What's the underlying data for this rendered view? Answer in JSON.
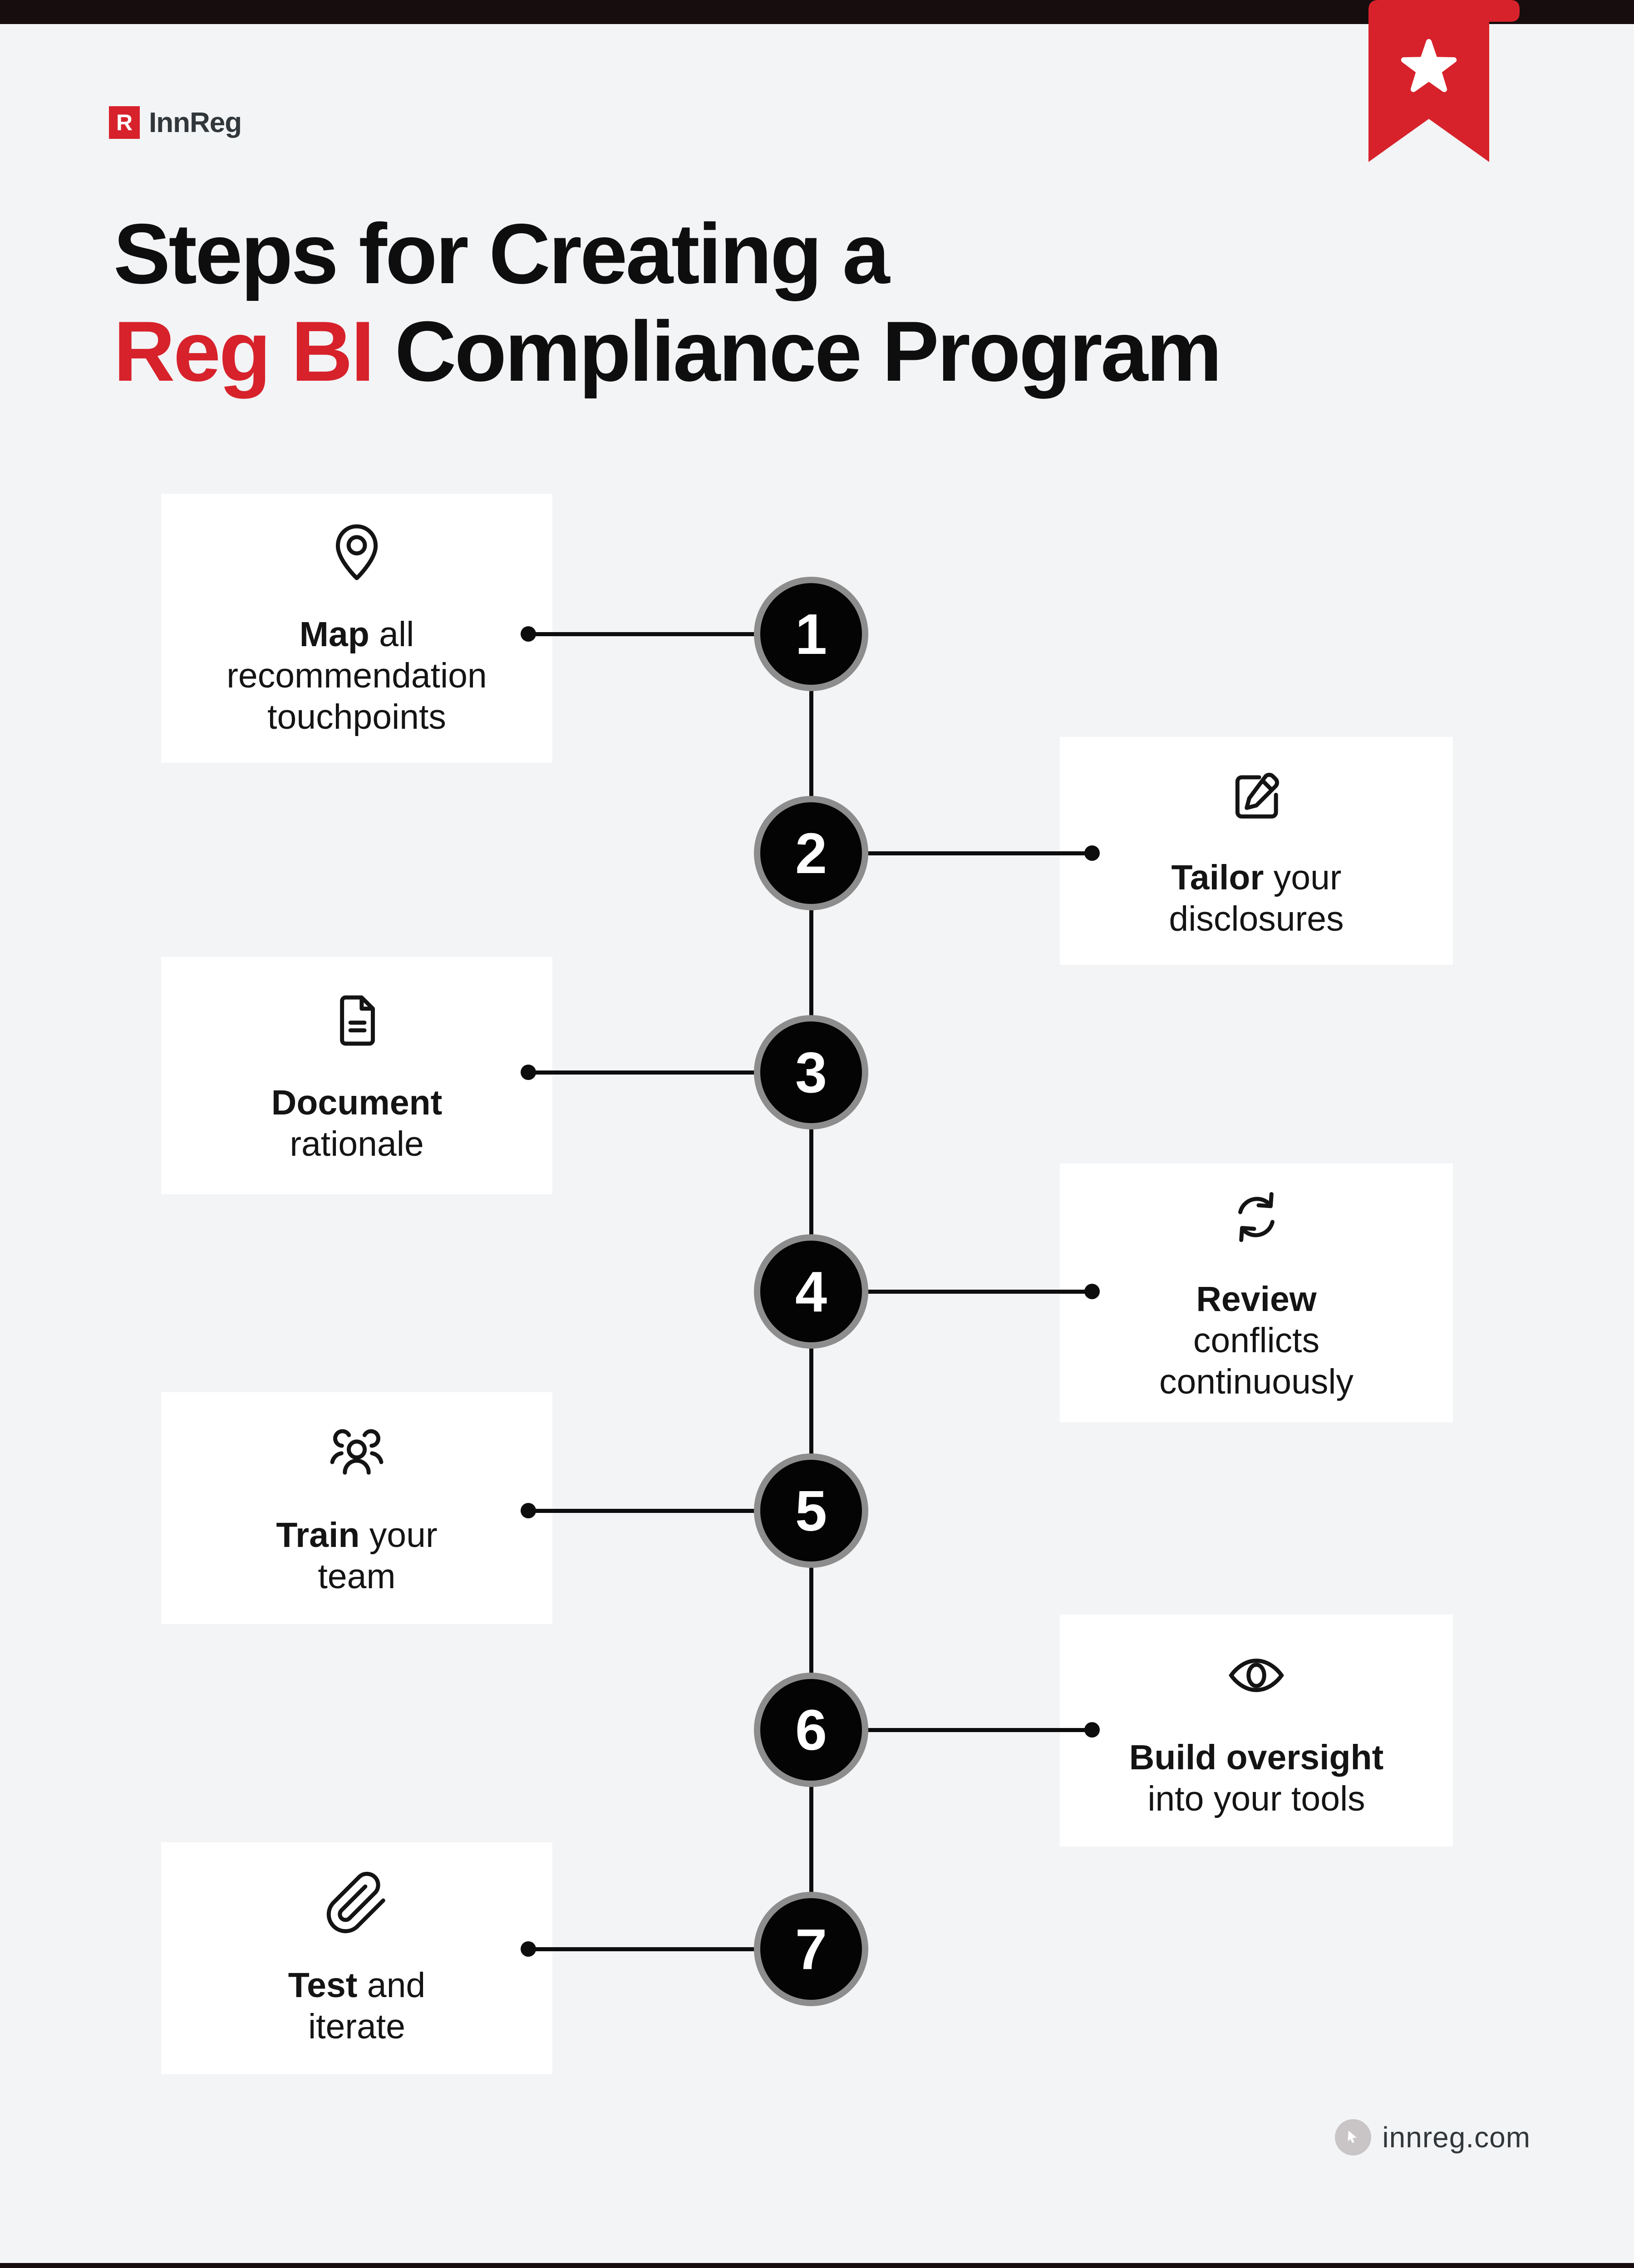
{
  "colors": {
    "background": "#f3f4f6",
    "edge_bar": "#170c0e",
    "accent_red": "#d7222b",
    "card_white": "#ffffff",
    "ink": "#141414",
    "circle_ring_gray": "#8d8d8d",
    "footer_gray": "#32373a"
  },
  "header": {
    "logo_mark": "R",
    "logo_text": "InnReg"
  },
  "ribbon": {
    "icon": "star-icon"
  },
  "title": {
    "line1": "Steps for Creating a",
    "line2_accent": "Reg BI",
    "line2_rest": " Compliance Program"
  },
  "steps": [
    {
      "number": "1",
      "side": "left",
      "icon": "location-pin-icon",
      "lines": [
        [
          {
            "t": "Map",
            "b": true
          },
          {
            "t": " all",
            "b": false
          }
        ],
        [
          {
            "t": "recommendation",
            "b": false
          }
        ],
        [
          {
            "t": "touchpoints",
            "b": false
          }
        ]
      ]
    },
    {
      "number": "2",
      "side": "right",
      "icon": "edit-icon",
      "lines": [
        [
          {
            "t": "Tailor",
            "b": true
          },
          {
            "t": " your",
            "b": false
          }
        ],
        [
          {
            "t": "disclosures",
            "b": false
          }
        ]
      ]
    },
    {
      "number": "3",
      "side": "left",
      "icon": "document-icon",
      "lines": [
        [
          {
            "t": "Document",
            "b": true
          }
        ],
        [
          {
            "t": "rationale",
            "b": false
          }
        ]
      ]
    },
    {
      "number": "4",
      "side": "right",
      "icon": "refresh-icon",
      "lines": [
        [
          {
            "t": "Review",
            "b": true
          }
        ],
        [
          {
            "t": "conflicts",
            "b": false
          }
        ],
        [
          {
            "t": "continuously",
            "b": false
          }
        ]
      ]
    },
    {
      "number": "5",
      "side": "left",
      "icon": "team-icon",
      "lines": [
        [
          {
            "t": "Train",
            "b": true
          },
          {
            "t": " your",
            "b": false
          }
        ],
        [
          {
            "t": "team",
            "b": false
          }
        ]
      ]
    },
    {
      "number": "6",
      "side": "right",
      "icon": "eye-icon",
      "lines": [
        [
          {
            "t": "Build oversight",
            "b": true
          }
        ],
        [
          {
            "t": "into your tools",
            "b": false
          }
        ]
      ]
    },
    {
      "number": "7",
      "side": "left",
      "icon": "paperclip-icon",
      "lines": [
        [
          {
            "t": "Test",
            "b": true
          },
          {
            "t": " and",
            "b": false
          }
        ],
        [
          {
            "t": "iterate",
            "b": false
          }
        ]
      ]
    }
  ],
  "footer": {
    "site": "innreg.com",
    "icon": "cursor-icon"
  }
}
